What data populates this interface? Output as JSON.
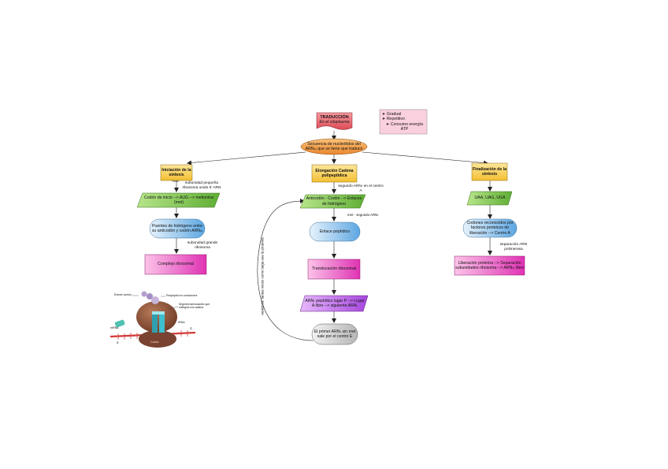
{
  "title": {
    "main": "TRADUCCIÓN",
    "sub": "En el citoplasma"
  },
  "features": [
    "Gradual",
    "Repetitivo",
    "Consumo energía ATP"
  ],
  "sequence_node": "Secuencia de nucleótidos del ARNₘ que se tiene que traducir",
  "stages": {
    "initiation": {
      "title": "Iniciación de la síntesis",
      "tiny_label": "Tiene",
      "link1": "subunidad pequeña ribosoma unido 5' ARN",
      "codon": "Codón de inicio --> AUG --> metionina (met)",
      "hydrogen": "Puentes de hidrógeno entre su anticodón y codón ARNₘ",
      "link2": "subunidad grande ribosoma",
      "complex": "Complejo ribosomal"
    },
    "elongation": {
      "title": "Elongación Cadena polipeptídica",
      "link1": "segundo ARNₜ en el centro A",
      "anticodon": "Anticodón - Codón --> Enlaces de hidrógeno",
      "link2": "met - segundo ARNₜ",
      "peptide": "Enlace peptídico",
      "translocation": "Translocación ribosomal",
      "move": "ARNₜ peptídico lugar P --> Lugar A libre --> siguiente ARNₜ",
      "exit": "El primer ARNₜ sin met sale por el centro E",
      "repeat": "repetición tantas veces como larga sea la proteína"
    },
    "termination": {
      "title": "Finalización de la síntesis",
      "stop": "UAA, UAG, UGA",
      "recognized": "Codones reconocidos por factores proteicos de liberación --> Centro A",
      "link": "separación ARN polimerasa",
      "release": "Liberación proteína --> Separación subunidades ribosoma --> ARNₘ libre"
    }
  },
  "ribosome_figure": {
    "labels": {
      "amino": "Extrem amino",
      "polypeptide": "Polipèptid en creixement",
      "segment": "Segment aminoacídic que s'afegirà a la cadena",
      "trna": "tRNA",
      "mrna": "mRNA",
      "five": "5'",
      "three": "3'",
      "codon": "Codon"
    }
  },
  "colors": {
    "title_fill": "#e8606a",
    "sequence_fill": "#f0a24a",
    "stage_fill": "#f8d15a",
    "green_fill": "#8fd05a",
    "blue_fill": "#90c4ec",
    "pink_fill": "#f06ac8",
    "violet_fill": "#c07ae8",
    "grey_fill": "#d3d3d3",
    "feature_fill": "#fbd0de"
  }
}
